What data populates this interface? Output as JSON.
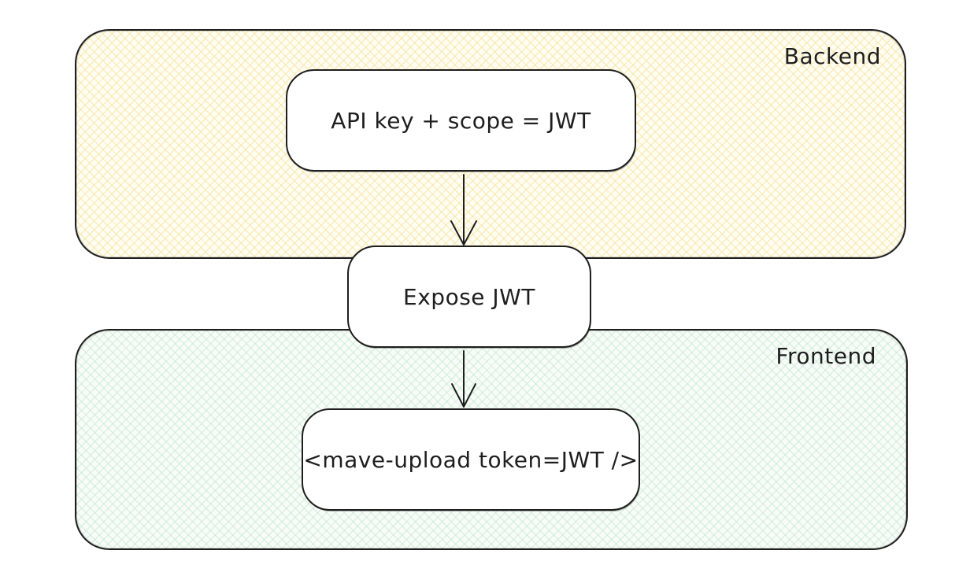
{
  "diagram": {
    "type": "flow-diagram",
    "style": "hand-drawn (excalidraw-like)",
    "canvas_background": "#ffffff",
    "stroke_color": "#1e1e1e",
    "groups": {
      "backend": {
        "label": "Backend",
        "fill": "#fffdf2",
        "hatch_color": "#f3e096",
        "fill_style": "cross-hatch"
      },
      "frontend": {
        "label": "Frontend",
        "fill": "#f8fcf8",
        "hatch_color": "#c4e6cb",
        "fill_style": "cross-hatch"
      }
    },
    "nodes": {
      "api": {
        "label": "API key + scope = JWT",
        "group": "Backend"
      },
      "expose": {
        "label": "Expose JWT",
        "group": "between Backend and Frontend"
      },
      "mave": {
        "label": "<mave-upload token=JWT />",
        "group": "Frontend"
      }
    },
    "arrows": [
      {
        "name": "backend-to-expose",
        "from": "API key + scope = JWT",
        "to": "Expose JWT",
        "direction": "down"
      },
      {
        "name": "expose-to-mave",
        "from": "Expose JWT",
        "to": "<mave-upload token=JWT />",
        "direction": "down"
      }
    ]
  }
}
